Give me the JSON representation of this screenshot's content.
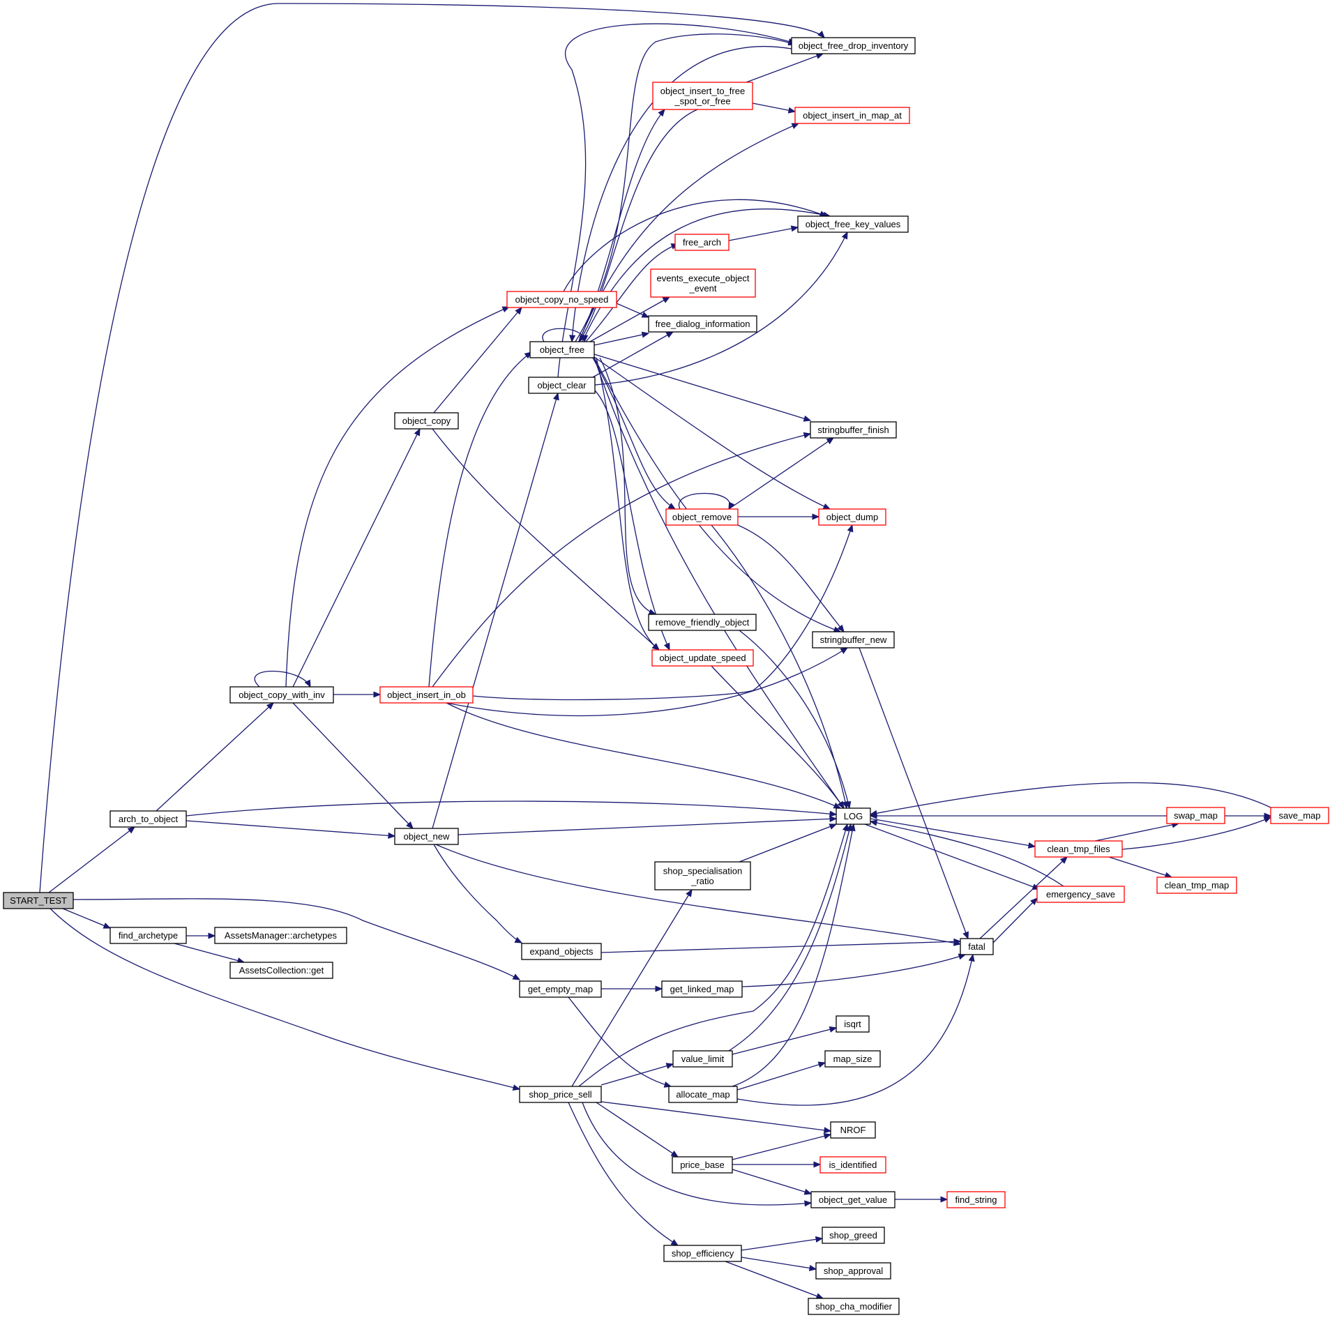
{
  "colors": {
    "edge": "#191970",
    "border_normal": "#000000",
    "border_truncated": "#ff0000",
    "root_fill": "#bfbfbf",
    "node_fill": "#ffffff"
  },
  "nodes": {
    "start_test": {
      "lines": [
        "START_TEST"
      ],
      "style": "root"
    },
    "arch_to_object": {
      "lines": [
        "arch_to_object"
      ],
      "style": "normal"
    },
    "find_archetype": {
      "lines": [
        "find_archetype"
      ],
      "style": "normal"
    },
    "assets_manager_archetypes": {
      "lines": [
        "AssetsManager::archetypes"
      ],
      "style": "normal"
    },
    "assets_collection_get": {
      "lines": [
        "AssetsCollection::get"
      ],
      "style": "normal"
    },
    "object_copy_with_inv": {
      "lines": [
        "object_copy_with_inv"
      ],
      "style": "normal"
    },
    "object_insert_in_ob": {
      "lines": [
        "object_insert_in_ob"
      ],
      "style": "red"
    },
    "object_copy": {
      "lines": [
        "object_copy"
      ],
      "style": "normal"
    },
    "object_copy_no_speed": {
      "lines": [
        "object_copy_no_speed"
      ],
      "style": "red"
    },
    "object_free": {
      "lines": [
        "object_free"
      ],
      "style": "normal"
    },
    "object_clear": {
      "lines": [
        "object_clear"
      ],
      "style": "normal"
    },
    "object_new": {
      "lines": [
        "object_new"
      ],
      "style": "normal"
    },
    "expand_objects": {
      "lines": [
        "expand_objects"
      ],
      "style": "normal"
    },
    "get_empty_map": {
      "lines": [
        "get_empty_map"
      ],
      "style": "normal"
    },
    "shop_price_sell": {
      "lines": [
        "shop_price_sell"
      ],
      "style": "normal"
    },
    "object_free_drop_inventory": {
      "lines": [
        "object_free_drop_inventory"
      ],
      "style": "normal"
    },
    "object_insert_to_free_spot_or_free": {
      "lines": [
        "object_insert_to_free",
        "_spot_or_free"
      ],
      "style": "red"
    },
    "object_insert_in_map_at": {
      "lines": [
        "object_insert_in_map_at"
      ],
      "style": "red"
    },
    "object_free_key_values": {
      "lines": [
        "object_free_key_values"
      ],
      "style": "normal"
    },
    "free_arch": {
      "lines": [
        "free_arch"
      ],
      "style": "red"
    },
    "events_execute_object_event": {
      "lines": [
        "events_execute_object",
        "_event"
      ],
      "style": "red"
    },
    "free_dialog_information": {
      "lines": [
        "free_dialog_information"
      ],
      "style": "normal"
    },
    "stringbuffer_finish": {
      "lines": [
        "stringbuffer_finish"
      ],
      "style": "normal"
    },
    "object_remove": {
      "lines": [
        "object_remove"
      ],
      "style": "red"
    },
    "object_dump": {
      "lines": [
        "object_dump"
      ],
      "style": "red"
    },
    "remove_friendly_object": {
      "lines": [
        "remove_friendly_object"
      ],
      "style": "normal"
    },
    "object_update_speed": {
      "lines": [
        "object_update_speed"
      ],
      "style": "red"
    },
    "stringbuffer_new": {
      "lines": [
        "stringbuffer_new"
      ],
      "style": "normal"
    },
    "log": {
      "lines": [
        "LOG"
      ],
      "style": "normal"
    },
    "shop_specialisation_ratio": {
      "lines": [
        "shop_specialisation",
        "_ratio"
      ],
      "style": "normal"
    },
    "get_linked_map": {
      "lines": [
        "get_linked_map"
      ],
      "style": "normal"
    },
    "value_limit": {
      "lines": [
        "value_limit"
      ],
      "style": "normal"
    },
    "allocate_map": {
      "lines": [
        "allocate_map"
      ],
      "style": "normal"
    },
    "price_base": {
      "lines": [
        "price_base"
      ],
      "style": "normal"
    },
    "shop_efficiency": {
      "lines": [
        "shop_efficiency"
      ],
      "style": "normal"
    },
    "isqrt": {
      "lines": [
        "isqrt"
      ],
      "style": "normal"
    },
    "map_size": {
      "lines": [
        "map_size"
      ],
      "style": "normal"
    },
    "nrof": {
      "lines": [
        "NROF"
      ],
      "style": "normal"
    },
    "is_identified": {
      "lines": [
        "is_identified"
      ],
      "style": "red"
    },
    "object_get_value": {
      "lines": [
        "object_get_value"
      ],
      "style": "normal"
    },
    "find_string": {
      "lines": [
        "find_string"
      ],
      "style": "red"
    },
    "shop_greed": {
      "lines": [
        "shop_greed"
      ],
      "style": "normal"
    },
    "shop_approval": {
      "lines": [
        "shop_approval"
      ],
      "style": "normal"
    },
    "shop_cha_modifier": {
      "lines": [
        "shop_cha_modifier"
      ],
      "style": "normal"
    },
    "fatal": {
      "lines": [
        "fatal"
      ],
      "style": "normal"
    },
    "clean_tmp_files": {
      "lines": [
        "clean_tmp_files"
      ],
      "style": "red"
    },
    "emergency_save": {
      "lines": [
        "emergency_save"
      ],
      "style": "red"
    },
    "swap_map": {
      "lines": [
        "swap_map"
      ],
      "style": "red"
    },
    "save_map": {
      "lines": [
        "save_map"
      ],
      "style": "red"
    },
    "clean_tmp_map": {
      "lines": [
        "clean_tmp_map"
      ],
      "style": "red"
    }
  }
}
